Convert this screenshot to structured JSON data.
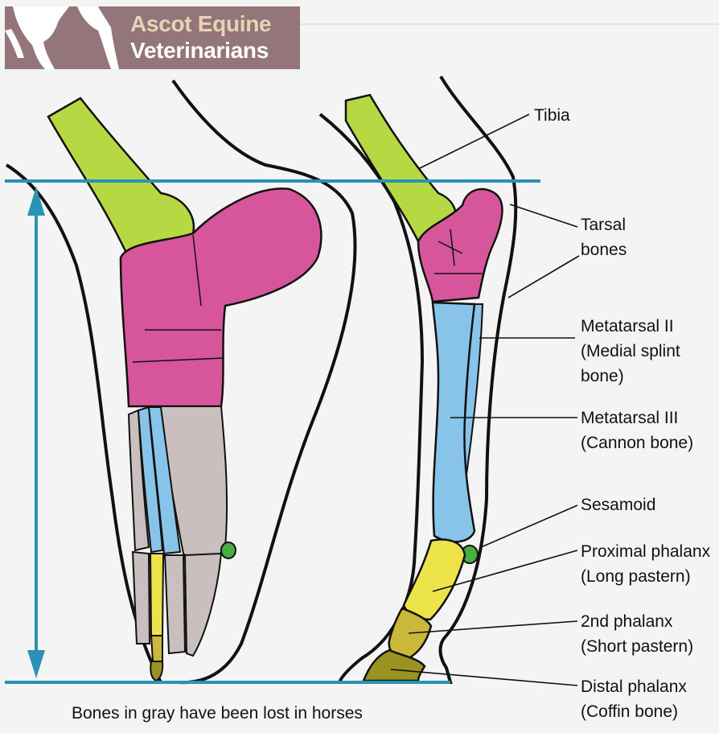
{
  "logo": {
    "line1": "Ascot Equine",
    "line2": "Veterinarians",
    "colors": {
      "background": "#93757a",
      "line1": "#e8d4b4",
      "line2": "#ffffff"
    }
  },
  "labels": {
    "tibia": [
      "Tibia"
    ],
    "tarsal": [
      "Tarsal",
      "bones"
    ],
    "metatarsal_ii": [
      "Metatarsal II",
      "(Medial splint",
      "bone)"
    ],
    "metatarsal_iii": [
      "Metatarsal III",
      "(Cannon bone)"
    ],
    "sesamoid": [
      "Sesamoid"
    ],
    "proximal_phalanx": [
      "Proximal phalanx",
      "(Long pastern)"
    ],
    "second_phalanx": [
      "2nd phalanx",
      "(Short pastern)"
    ],
    "distal_phalanx": [
      "Distal phalanx",
      "(Coffin bone)"
    ]
  },
  "caption": "Bones in gray have been lost in horses",
  "colors": {
    "tibia": "#b5d843",
    "tarsal": "#d7559a",
    "metatarsal": "#88c4ea",
    "lost_bone": "#c9bfbf",
    "phalanx_proximal": "#ece24a",
    "phalanx_middle": "#cbb83b",
    "phalanx_distal": "#9a9322",
    "sesamoid": "#45b03d",
    "reference_lines": "#2a93b4"
  }
}
